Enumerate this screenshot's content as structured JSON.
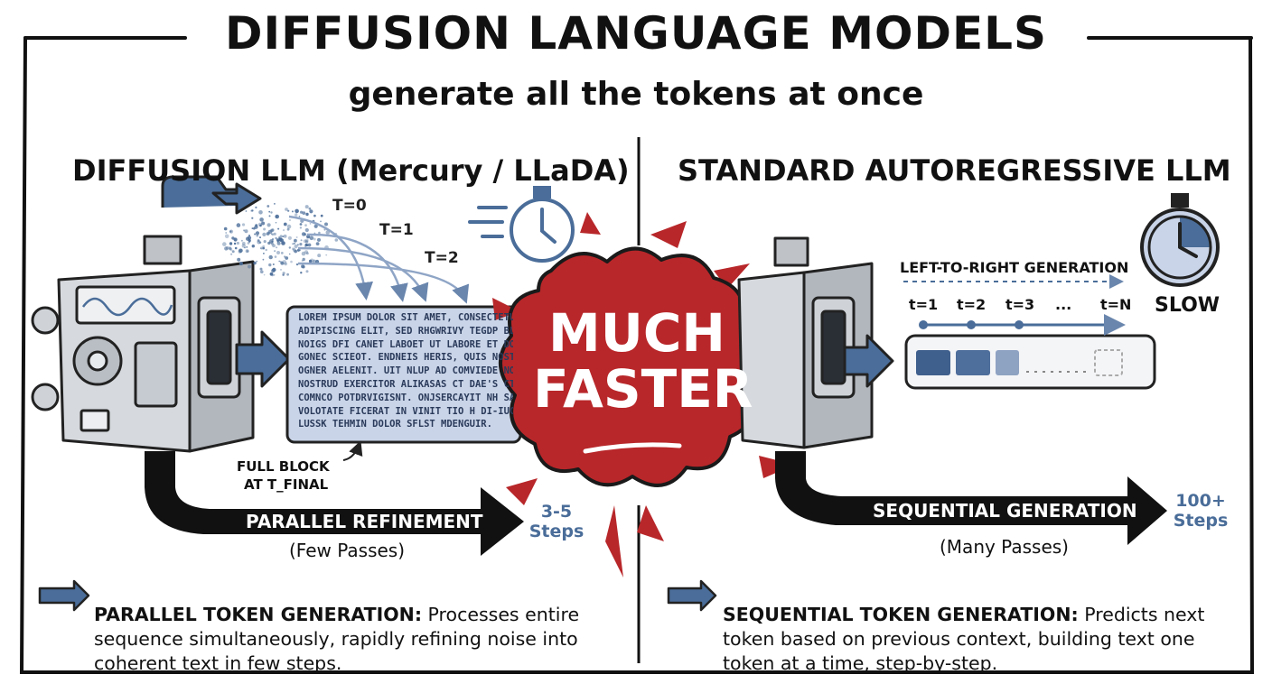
{
  "title": "DIFFUSION LANGUAGE MODELS",
  "subtitle": "generate all the tokens at once",
  "left": {
    "heading": "DIFFUSION LLM (Mercury / LLaDA)",
    "timesteps": [
      "T=0",
      "T=1",
      "T=2"
    ],
    "text_block_lines": [
      "LOREM IPSUM DOLOR SIT AMET, CONSECTETUR",
      "ADIPISCING ELIT, SED RHGWRIVY TEGDP BLOIHC",
      "NOIGS DFI CANET LABOET UT LABORE ET DOLORE",
      "GONEC SCIEOT. ENDNEIS HERIS, QUIS NOSTRUD",
      "OGNER AELENIT. UIT NLUP AD COMVIEDE NON",
      "NOSTRUD EXERCITOR ALIKASAS CT DAE'S CT",
      "COMNCO POTDRVIGISNT. ONJSERCAYIT NH SANO",
      "VOLOTATE FICERAT IN VINIT TIO H DI-IUCISERINA",
      "LUSSK TEHMIN DOLOR SFLST MDENGUIR."
    ],
    "block_label_1": "FULL BLOCK",
    "block_label_2": "AT T_FINAL",
    "ribbon_label": "PARALLEL REFINEMENT",
    "ribbon_sub": "(Few Passes)",
    "steps_1": "3-5",
    "steps_2": "Steps",
    "desc_bold": "PARALLEL TOKEN GENERATION:",
    "desc_text": " Processes entire sequence simultaneously, rapidly refining noise into coherent text in few steps."
  },
  "center": {
    "badge_1": "MUCH",
    "badge_2": "FASTER"
  },
  "right": {
    "heading": "STANDARD AUTOREGRESSIVE LLM",
    "slow_label": "SLOW",
    "ltr_label": "LEFT-TO-RIGHT GENERATION",
    "timeline": [
      "t=1",
      "t=2",
      "t=3",
      "...",
      "t=N"
    ],
    "ribbon_label": "SEQUENTIAL GENERATION",
    "ribbon_sub": "(Many Passes)",
    "steps_1": "100+",
    "steps_2": "Steps",
    "desc_bold": "SEQUENTIAL TOKEN GENERATION:",
    "desc_text": " Predicts next token based on previous context, building text one token at a time, step-by-step."
  },
  "colors": {
    "accent_blue": "#4a6d99",
    "badge_red": "#b8272a",
    "ink": "#111111",
    "panel_blue": "#c9d4e8"
  }
}
